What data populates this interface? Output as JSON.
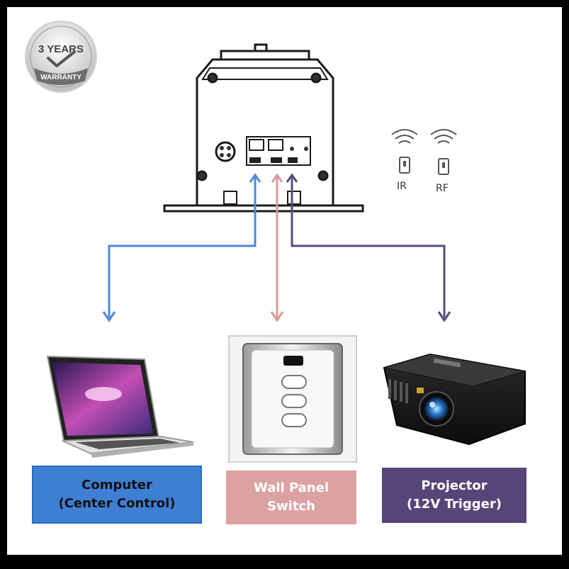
{
  "badge": {
    "line1": "3 YEARS",
    "line2": "WARRANTY"
  },
  "remotes": {
    "ir": "IR",
    "rf": "RF"
  },
  "connections": [
    {
      "id": "computer",
      "label": "Computer\n(Center Control)",
      "color": "#4a88d9"
    },
    {
      "id": "wall",
      "label": "Wall Panel\nSwitch",
      "color": "#d99a9a"
    },
    {
      "id": "projector",
      "label": "Projector\n(12V Trigger)",
      "color": "#5a4a7c"
    }
  ],
  "colors": {
    "frame": "#000000",
    "computer_box": "#3f7fd3",
    "wall_box": "#dca2a2",
    "projector_box": "#564677"
  },
  "icons": [
    "warranty-badge-icon",
    "controller-box-icon",
    "ir-remote-icon",
    "rf-remote-icon",
    "laptop-icon",
    "wall-switch-icon",
    "projector-icon"
  ]
}
